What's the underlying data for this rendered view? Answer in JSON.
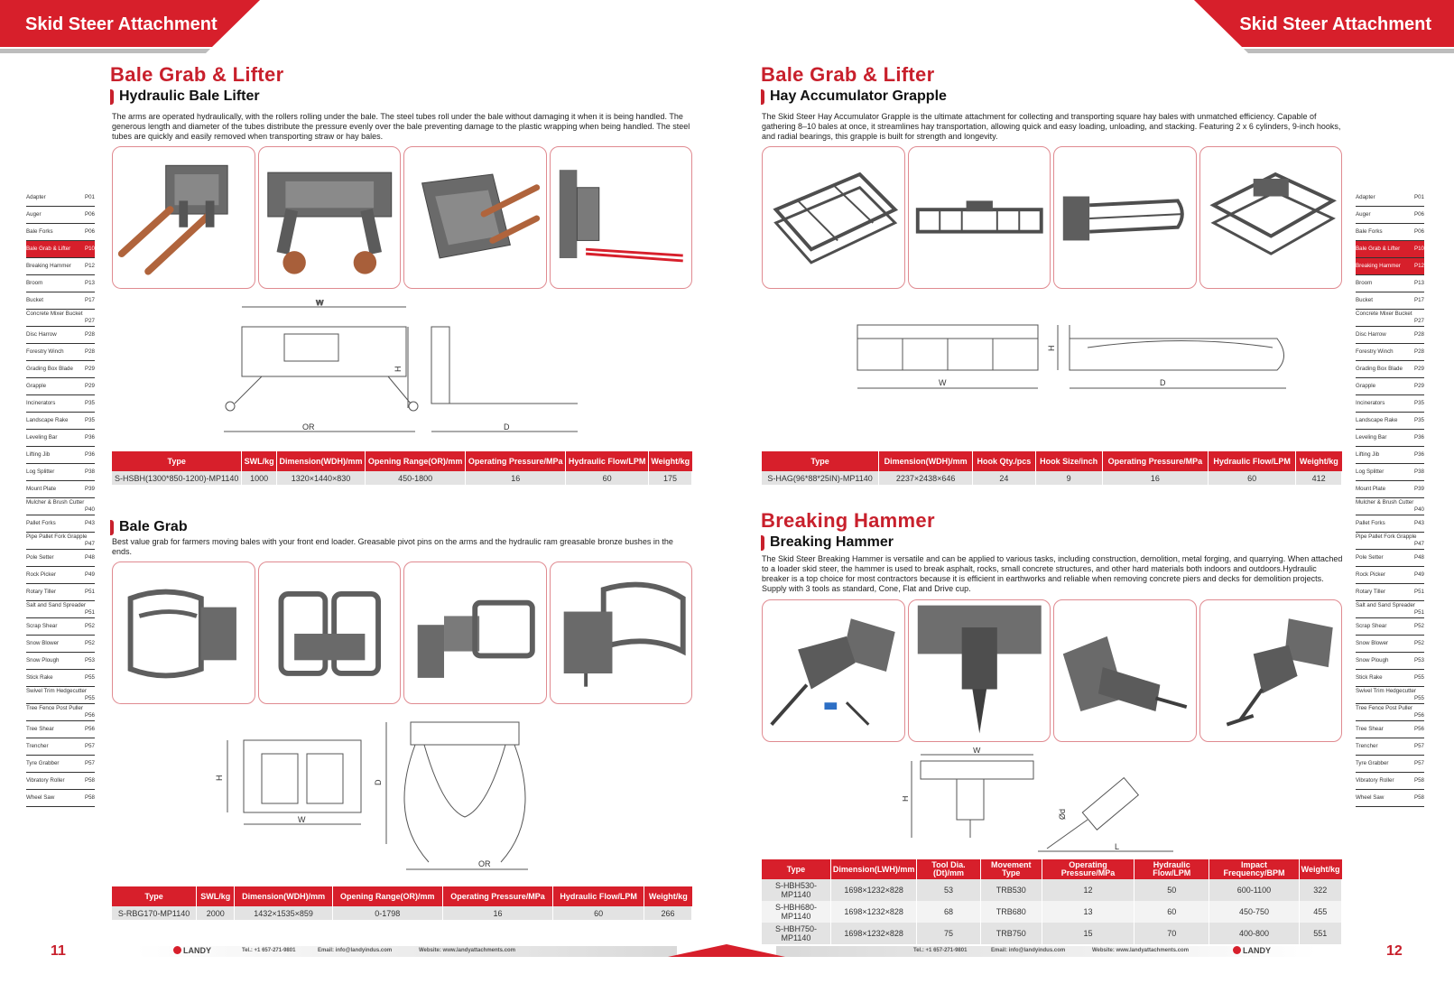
{
  "header": {
    "left_title": "Skid Steer Attachment",
    "right_title": "Skid Steer Attachment"
  },
  "colors": {
    "accent": "#d71f2b",
    "text": "#222222",
    "metal": "#6e6e6e"
  },
  "index": {
    "left": [
      {
        "name": "Adapter",
        "page": "P01"
      },
      {
        "name": "Auger",
        "page": "P06"
      },
      {
        "name": "Bale Forks",
        "page": "P06"
      },
      {
        "name": "Bale Grab & Lifter",
        "page": "P10"
      },
      {
        "name": "Breaking Hammer",
        "page": "P12"
      },
      {
        "name": "Broom",
        "page": "P13"
      },
      {
        "name": "Bucket",
        "page": "P17"
      },
      {
        "name": "Concrete Mixer Bucket",
        "page": "P27"
      },
      {
        "name": "Disc Harrow",
        "page": "P28"
      },
      {
        "name": "Forestry Winch",
        "page": "P28"
      },
      {
        "name": "Grading Box Blade",
        "page": "P29"
      },
      {
        "name": "Grapple",
        "page": "P29"
      },
      {
        "name": "Incinerators",
        "page": "P35"
      },
      {
        "name": "Landscape Rake",
        "page": "P35"
      },
      {
        "name": "Leveling Bar",
        "page": "P36"
      },
      {
        "name": "Lifting Jib",
        "page": "P36"
      },
      {
        "name": "Log Splitter",
        "page": "P38"
      },
      {
        "name": "Mount Plate",
        "page": "P39"
      },
      {
        "name": "Mulcher & Brush Cutter",
        "page": "P40"
      },
      {
        "name": "Pallet Forks",
        "page": "P43"
      },
      {
        "name": "Pipe Pallet Fork Grapple",
        "page": "P47"
      },
      {
        "name": "Pole Setter",
        "page": "P48"
      },
      {
        "name": "Rock Picker",
        "page": "P49"
      },
      {
        "name": "Rotary Tiller",
        "page": "P51"
      },
      {
        "name": "Salt and Sand Spreader",
        "page": "P51"
      },
      {
        "name": "Scrap Shear",
        "page": "P52"
      },
      {
        "name": "Snow Blower",
        "page": "P52"
      },
      {
        "name": "Snow Plough",
        "page": "P53"
      },
      {
        "name": "Stick Rake",
        "page": "P55"
      },
      {
        "name": "Swivel Trim Hedgecutter",
        "page": "P55"
      },
      {
        "name": "Tree Fence Post Puller",
        "page": "P56"
      },
      {
        "name": "Tree Shear",
        "page": "P56"
      },
      {
        "name": "Trencher",
        "page": "P57"
      },
      {
        "name": "Tyre Grabber",
        "page": "P57"
      },
      {
        "name": "Vibratory Roller",
        "page": "P58"
      },
      {
        "name": "Wheel Saw",
        "page": "P58"
      }
    ],
    "right": [
      {
        "name": "Adapter",
        "page": "P01"
      },
      {
        "name": "Auger",
        "page": "P06"
      },
      {
        "name": "Bale Forks",
        "page": "P06"
      },
      {
        "name": "Bale Grab & Lifter",
        "page": "P10"
      },
      {
        "name": "Breaking Hammer",
        "page": "P12"
      },
      {
        "name": "Broom",
        "page": "P13"
      },
      {
        "name": "Bucket",
        "page": "P17"
      },
      {
        "name": "Concrete Mixer Bucket",
        "page": "P27"
      },
      {
        "name": "Disc Harrow",
        "page": "P28"
      },
      {
        "name": "Forestry Winch",
        "page": "P28"
      },
      {
        "name": "Grading Box Blade",
        "page": "P29"
      },
      {
        "name": "Grapple",
        "page": "P29"
      },
      {
        "name": "Incinerators",
        "page": "P35"
      },
      {
        "name": "Landscape Rake",
        "page": "P35"
      },
      {
        "name": "Leveling Bar",
        "page": "P36"
      },
      {
        "name": "Lifting Jib",
        "page": "P36"
      },
      {
        "name": "Log Splitter",
        "page": "P38"
      },
      {
        "name": "Mount Plate",
        "page": "P39"
      },
      {
        "name": "Mulcher & Brush Cutter",
        "page": "P40"
      },
      {
        "name": "Pallet Forks",
        "page": "P43"
      },
      {
        "name": "Pipe Pallet Fork Grapple",
        "page": "P47"
      },
      {
        "name": "Pole Setter",
        "page": "P48"
      },
      {
        "name": "Rock Picker",
        "page": "P49"
      },
      {
        "name": "Rotary Tiller",
        "page": "P51"
      },
      {
        "name": "Salt and Sand Spreader",
        "page": "P51"
      },
      {
        "name": "Scrap Shear",
        "page": "P52"
      },
      {
        "name": "Snow Blower",
        "page": "P52"
      },
      {
        "name": "Snow Plough",
        "page": "P53"
      },
      {
        "name": "Stick Rake",
        "page": "P55"
      },
      {
        "name": "Swivel Trim Hedgecutter",
        "page": "P55"
      },
      {
        "name": "Tree Fence Post Puller",
        "page": "P56"
      },
      {
        "name": "Tree Shear",
        "page": "P56"
      },
      {
        "name": "Trencher",
        "page": "P57"
      },
      {
        "name": "Tyre Grabber",
        "page": "P57"
      },
      {
        "name": "Vibratory Roller",
        "page": "P58"
      },
      {
        "name": "Wheel Saw",
        "page": "P58"
      }
    ]
  },
  "left_page": {
    "section1": {
      "title": "Bale Grab & Lifter",
      "subtitle": "Hydraulic Bale Lifter",
      "description": "The arms are operated hydraulically, with the rollers rolling under the bale. The steel tubes roll under the bale without damaging it when it is being handled. The generous length and diameter of the tubes distribute the pressure evenly over the bale preventing damage to the plastic wrapping when being handled. The steel tubes are quickly and easily removed when transporting straw or hay bales.",
      "dims": {
        "w": "W",
        "h": "H",
        "or": "OR",
        "d": "D"
      },
      "table": {
        "headers": [
          "Type",
          "SWL/kg",
          "Dimension(WDH)/mm",
          "Opening Range(OR)/mm",
          "Operating Pressure/MPa",
          "Hydraulic Flow/LPM",
          "Weight/kg"
        ],
        "rows": [
          [
            "S-HSBH(1300*850-1200)-MP1140",
            "1000",
            "1320×1440×830",
            "450-1800",
            "16",
            "60",
            "175"
          ]
        ]
      }
    },
    "section2": {
      "subtitle": "Bale Grab",
      "description": "Best value grab for farmers moving bales with your front end loader. Greasable pivot pins on the arms and the hydraulic ram greasable bronze bushes in the ends.",
      "dims": {
        "w": "W",
        "h": "H",
        "or": "OR",
        "d": "D"
      },
      "table": {
        "headers": [
          "Type",
          "SWL/kg",
          "Dimension(WDH)/mm",
          "Opening Range(OR)/mm",
          "Operating Pressure/MPa",
          "Hydraulic Flow/LPM",
          "Weight/kg"
        ],
        "rows": [
          [
            "S-RBG170-MP1140",
            "2000",
            "1432×1535×859",
            "0-1798",
            "16",
            "60",
            "266"
          ]
        ]
      }
    },
    "page_number": "11",
    "footer": {
      "brand": "LANDY",
      "tel": "Tel.: +1 657-271-9801",
      "email": "Email: info@landyindus.com",
      "website": "Website: www.landyattachments.com"
    }
  },
  "right_page": {
    "section1": {
      "title": "Bale Grab & Lifter",
      "subtitle": "Hay Accumulator Grapple",
      "description": "The Skid Steer Hay Accumulator Grapple is the ultimate attachment for collecting and transporting square hay bales with unmatched efficiency. Capable of gathering 8–10 bales at once, it streamlines hay transportation, allowing quick and easy loading, unloading, and stacking. Featuring 2 x 6 cylinders, 9-inch hooks, and radial bearings, this grapple is built for strength and longevity.",
      "dims": {
        "w": "W",
        "h": "H",
        "d": "D"
      },
      "table": {
        "headers": [
          "Type",
          "Dimension(WDH)/mm",
          "Hook Qty./pcs",
          "Hook Size/inch",
          "Operating Pressure/MPa",
          "Hydraulic Flow/LPM",
          "Weight/kg"
        ],
        "rows": [
          [
            "S-HAG(96*88*25IN)-MP1140",
            "2237×2438×646",
            "24",
            "9",
            "16",
            "60",
            "412"
          ]
        ]
      }
    },
    "section2": {
      "title": "Breaking Hammer",
      "subtitle": "Breaking Hammer",
      "description": "The Skid Steer Breaking Hammer is versatile and can be applied to various tasks, including construction, demolition, metal forging, and quarrying. When attached to a loader skid steer, the hammer is used to break asphalt, rocks, small concrete structures, and other hard materials both indoors and outdoors.Hydraulic breaker is a top choice for most contractors because it is efficient in earthworks and reliable when removing concrete piers and decks for demolition projects. Supply with 3 tools as standard, Cone, Flat and Drive cup.",
      "dims": {
        "w": "W",
        "h": "H",
        "l": "L",
        "d": "Ød"
      },
      "table": {
        "headers": [
          "Type",
          "Dimension(LWH)/mm",
          "Tool Dia.(Dt)/mm",
          "Movement Type",
          "Operating Pressure/MPa",
          "Hydraulic Flow/LPM",
          "Impact Frequency/BPM",
          "Weight/kg"
        ],
        "rows": [
          [
            "S-HBH530-MP1140",
            "1698×1232×828",
            "53",
            "TRB530",
            "12",
            "50",
            "600-1100",
            "322"
          ],
          [
            "S-HBH680-MP1140",
            "1698×1232×828",
            "68",
            "TRB680",
            "13",
            "60",
            "450-750",
            "455"
          ],
          [
            "S-HBH750-MP1140",
            "1698×1232×828",
            "75",
            "TRB750",
            "15",
            "70",
            "400-800",
            "551"
          ]
        ]
      }
    },
    "page_number": "12",
    "footer": {
      "brand": "LANDY",
      "tel": "Tel.: +1 657-271-9801",
      "email": "Email: info@landyindus.com",
      "website": "Website: www.landyattachments.com"
    }
  }
}
